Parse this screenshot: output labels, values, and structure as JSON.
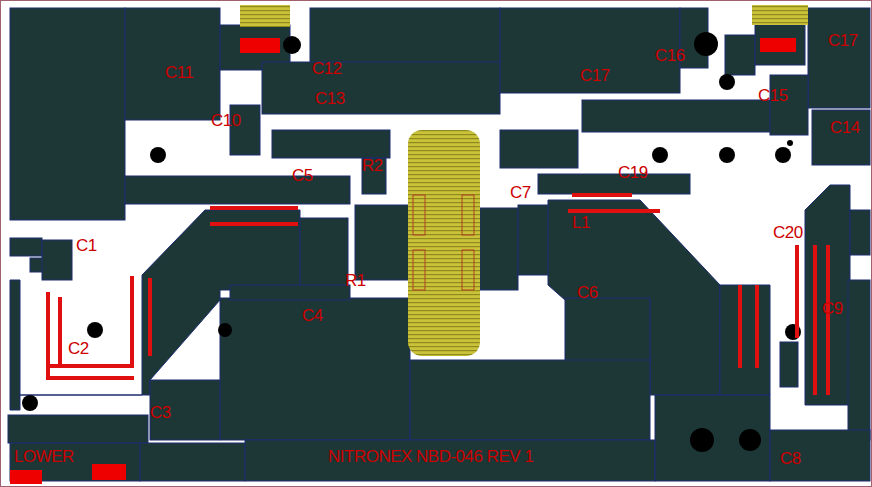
{
  "diagram": {
    "labels": [
      "C11",
      "C12",
      "C13",
      "C10",
      "C16",
      "C17",
      "C17",
      "C15",
      "C14",
      "R2",
      "C5",
      "C19",
      "C7",
      "L1",
      "C20",
      "C1",
      "R1",
      "C4",
      "C6",
      "C9",
      "C2",
      "C3",
      "C8",
      "LOWER",
      "NITRONEX NBD-046 REV 1"
    ]
  }
}
